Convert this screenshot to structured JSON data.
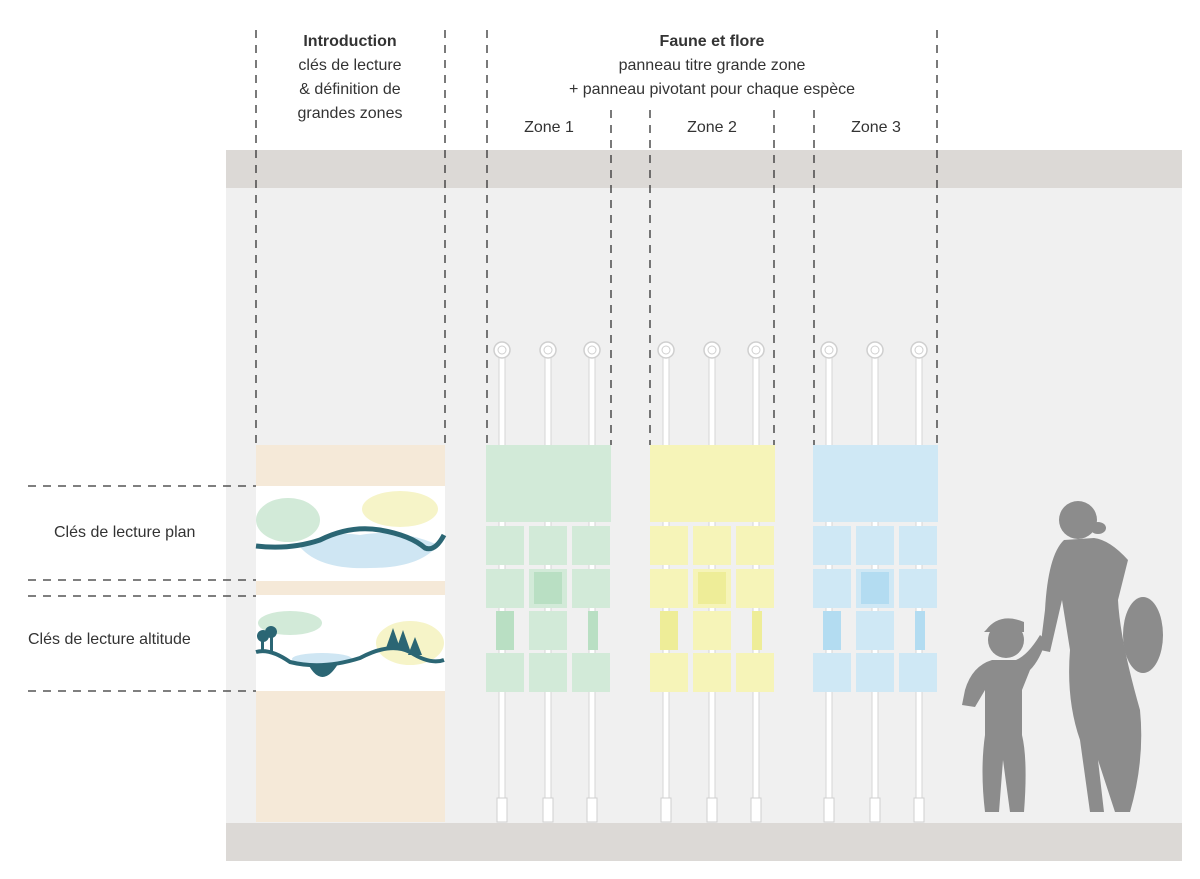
{
  "intro": {
    "title": "Introduction",
    "lines": [
      "clés de lecture",
      "& définition de",
      "grandes zones"
    ],
    "color": "#f5e9d8"
  },
  "faune": {
    "title": "Faune et flore",
    "line1": "panneau titre grande zone",
    "line2": "+ panneau pivotant pour chaque espèce"
  },
  "zones": [
    {
      "label": "Zone 1",
      "color": "#d2ead8",
      "accent": "#b9dfc3"
    },
    {
      "label": "Zone 2",
      "color": "#f6f4b8",
      "accent": "#eeed98"
    },
    {
      "label": "Zone 3",
      "color": "#cfe8f5",
      "accent": "#b3dcf1"
    }
  ],
  "side_labels": {
    "plan": "Clés de lecture plan",
    "altitude": "Clés de lecture altitude"
  },
  "colors": {
    "wall": "#f0f0f0",
    "band": "#dcd9d6",
    "silhouette": "#8c8c8c",
    "terrain": "#2b6674"
  }
}
